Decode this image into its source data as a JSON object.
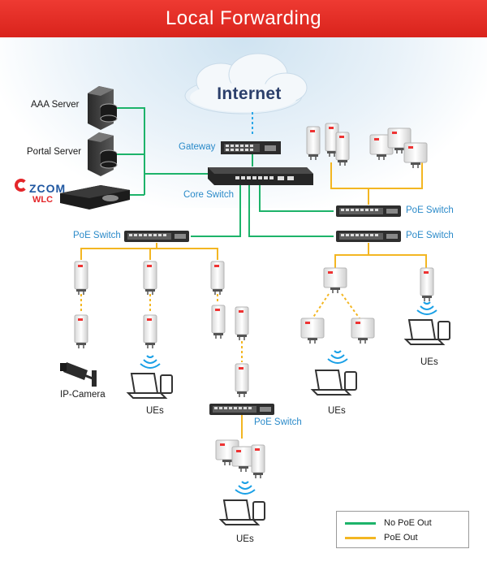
{
  "title": "Local Forwarding",
  "cloud_label": "Internet",
  "brand": {
    "name": "ZCOM",
    "product": "WLC"
  },
  "labels": {
    "aaa_server": "AAA Server",
    "portal_server": "Portal Server",
    "gateway": "Gateway",
    "core_switch": "Core Switch",
    "poe_switch_left": "PoE Switch",
    "poe_switch_right_top": "PoE Switch",
    "poe_switch_right_bottom": "PoE Switch",
    "poe_switch_middle": "PoE Switch",
    "ip_camera": "IP-Camera",
    "ues_1": "UEs",
    "ues_2": "UEs",
    "ues_3": "UEs",
    "ues_4": "UEs"
  },
  "legend": [
    {
      "label": "No PoE Out",
      "color": "#1db36a"
    },
    {
      "label": "PoE Out",
      "color": "#f3b622"
    }
  ],
  "colors": {
    "banner": "#e02a22",
    "no_poe": "#1db36a",
    "poe": "#f3b622",
    "label_blue": "#2a8ac9"
  }
}
